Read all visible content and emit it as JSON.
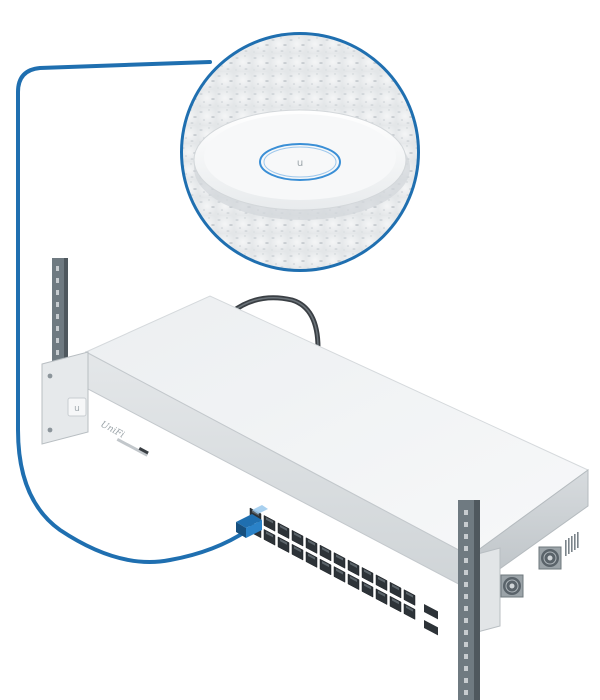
{
  "scene": {
    "brand_label": "UniFi",
    "colors": {
      "cable_blue": "#1f6fb0",
      "led_ring": "#3a8fd6",
      "power_cable": "#3a3f44",
      "chassis_light": "#f2f4f5",
      "chassis_shadow": "#c9ced2",
      "rack_post": "#6f7a81"
    },
    "icons": {
      "access_point": "ceiling-access-point-icon",
      "switch": "rack-switch-icon",
      "rj45_plug": "rj45-plug-icon"
    },
    "port_count": 24,
    "sfp_count": 2,
    "fan_count": 2
  }
}
